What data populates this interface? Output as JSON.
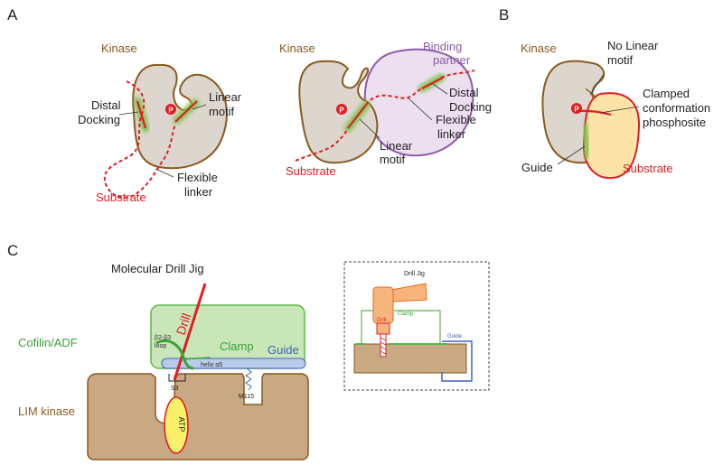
{
  "colors": {
    "kinase_fill": "#dcd6cf",
    "kinase_stroke": "#8b5a1e",
    "kinase_text": "#8b5a1e",
    "substrate": "#e01e24",
    "motif_glow": "#7dc34a",
    "partner_fill": "#ecdff0",
    "partner_stroke": "#8e5ba8",
    "substrate_fill": "#fde3a7",
    "cofilin_fill": "#c9e6b8",
    "cofilin_stroke": "#5fb548",
    "cofilin_text": "#3aa33a",
    "lim_fill": "#c8a983",
    "helix_fill": "#b9cbe8",
    "guide_text": "#3f63b5",
    "atp_fill": "#fbf06a",
    "drill_fill": "#f7b57e",
    "drill_stroke": "#e36a1c"
  },
  "panel_labels": {
    "a": "A",
    "b": "B",
    "c": "C"
  },
  "panel_a": {
    "left": {
      "kinase": "Kinase",
      "distal_docking_1": "Distal",
      "distal_docking_2": "Docking",
      "linear_motif_1": "Linear",
      "linear_motif_2": "motif",
      "flexible_linker_1": "Flexible",
      "flexible_linker_2": "linker",
      "substrate": "Substrate",
      "phospho": "P"
    },
    "right": {
      "kinase": "Kinase",
      "binding_partner_1": "Binding",
      "binding_partner_2": "partner",
      "distal_docking_1": "Distal",
      "distal_docking_2": "Docking",
      "flexible_linker_1": "Flexible",
      "flexible_linker_2": "linker",
      "linear_motif_1": "Linear",
      "linear_motif_2": "motif",
      "substrate": "Substrate",
      "phospho": "P"
    }
  },
  "panel_b": {
    "kinase": "Kinase",
    "no_linear_1": "No Linear",
    "no_linear_2": "motif",
    "clamped_1": "Clamped",
    "clamped_2": "conformation",
    "clamped_3": "phosphosite",
    "guide": "Guide",
    "substrate": "Substrate",
    "phospho": "P"
  },
  "panel_c": {
    "title": "Molecular Drill Jig",
    "cofilin": "Cofilin/ADF",
    "lim_kinase": "LIM kinase",
    "drill": "Drill",
    "clamp": "Clamp",
    "guide": "Guide",
    "loop_1": "β2-β3",
    "loop_2": "loop",
    "helix": "helix α5",
    "s3": "S3",
    "m115": "M115",
    "atp": "ATP",
    "inset": {
      "title": "Drill Jig",
      "drill": "Drill",
      "clamp": "Clamp",
      "guide": "Guide"
    }
  }
}
